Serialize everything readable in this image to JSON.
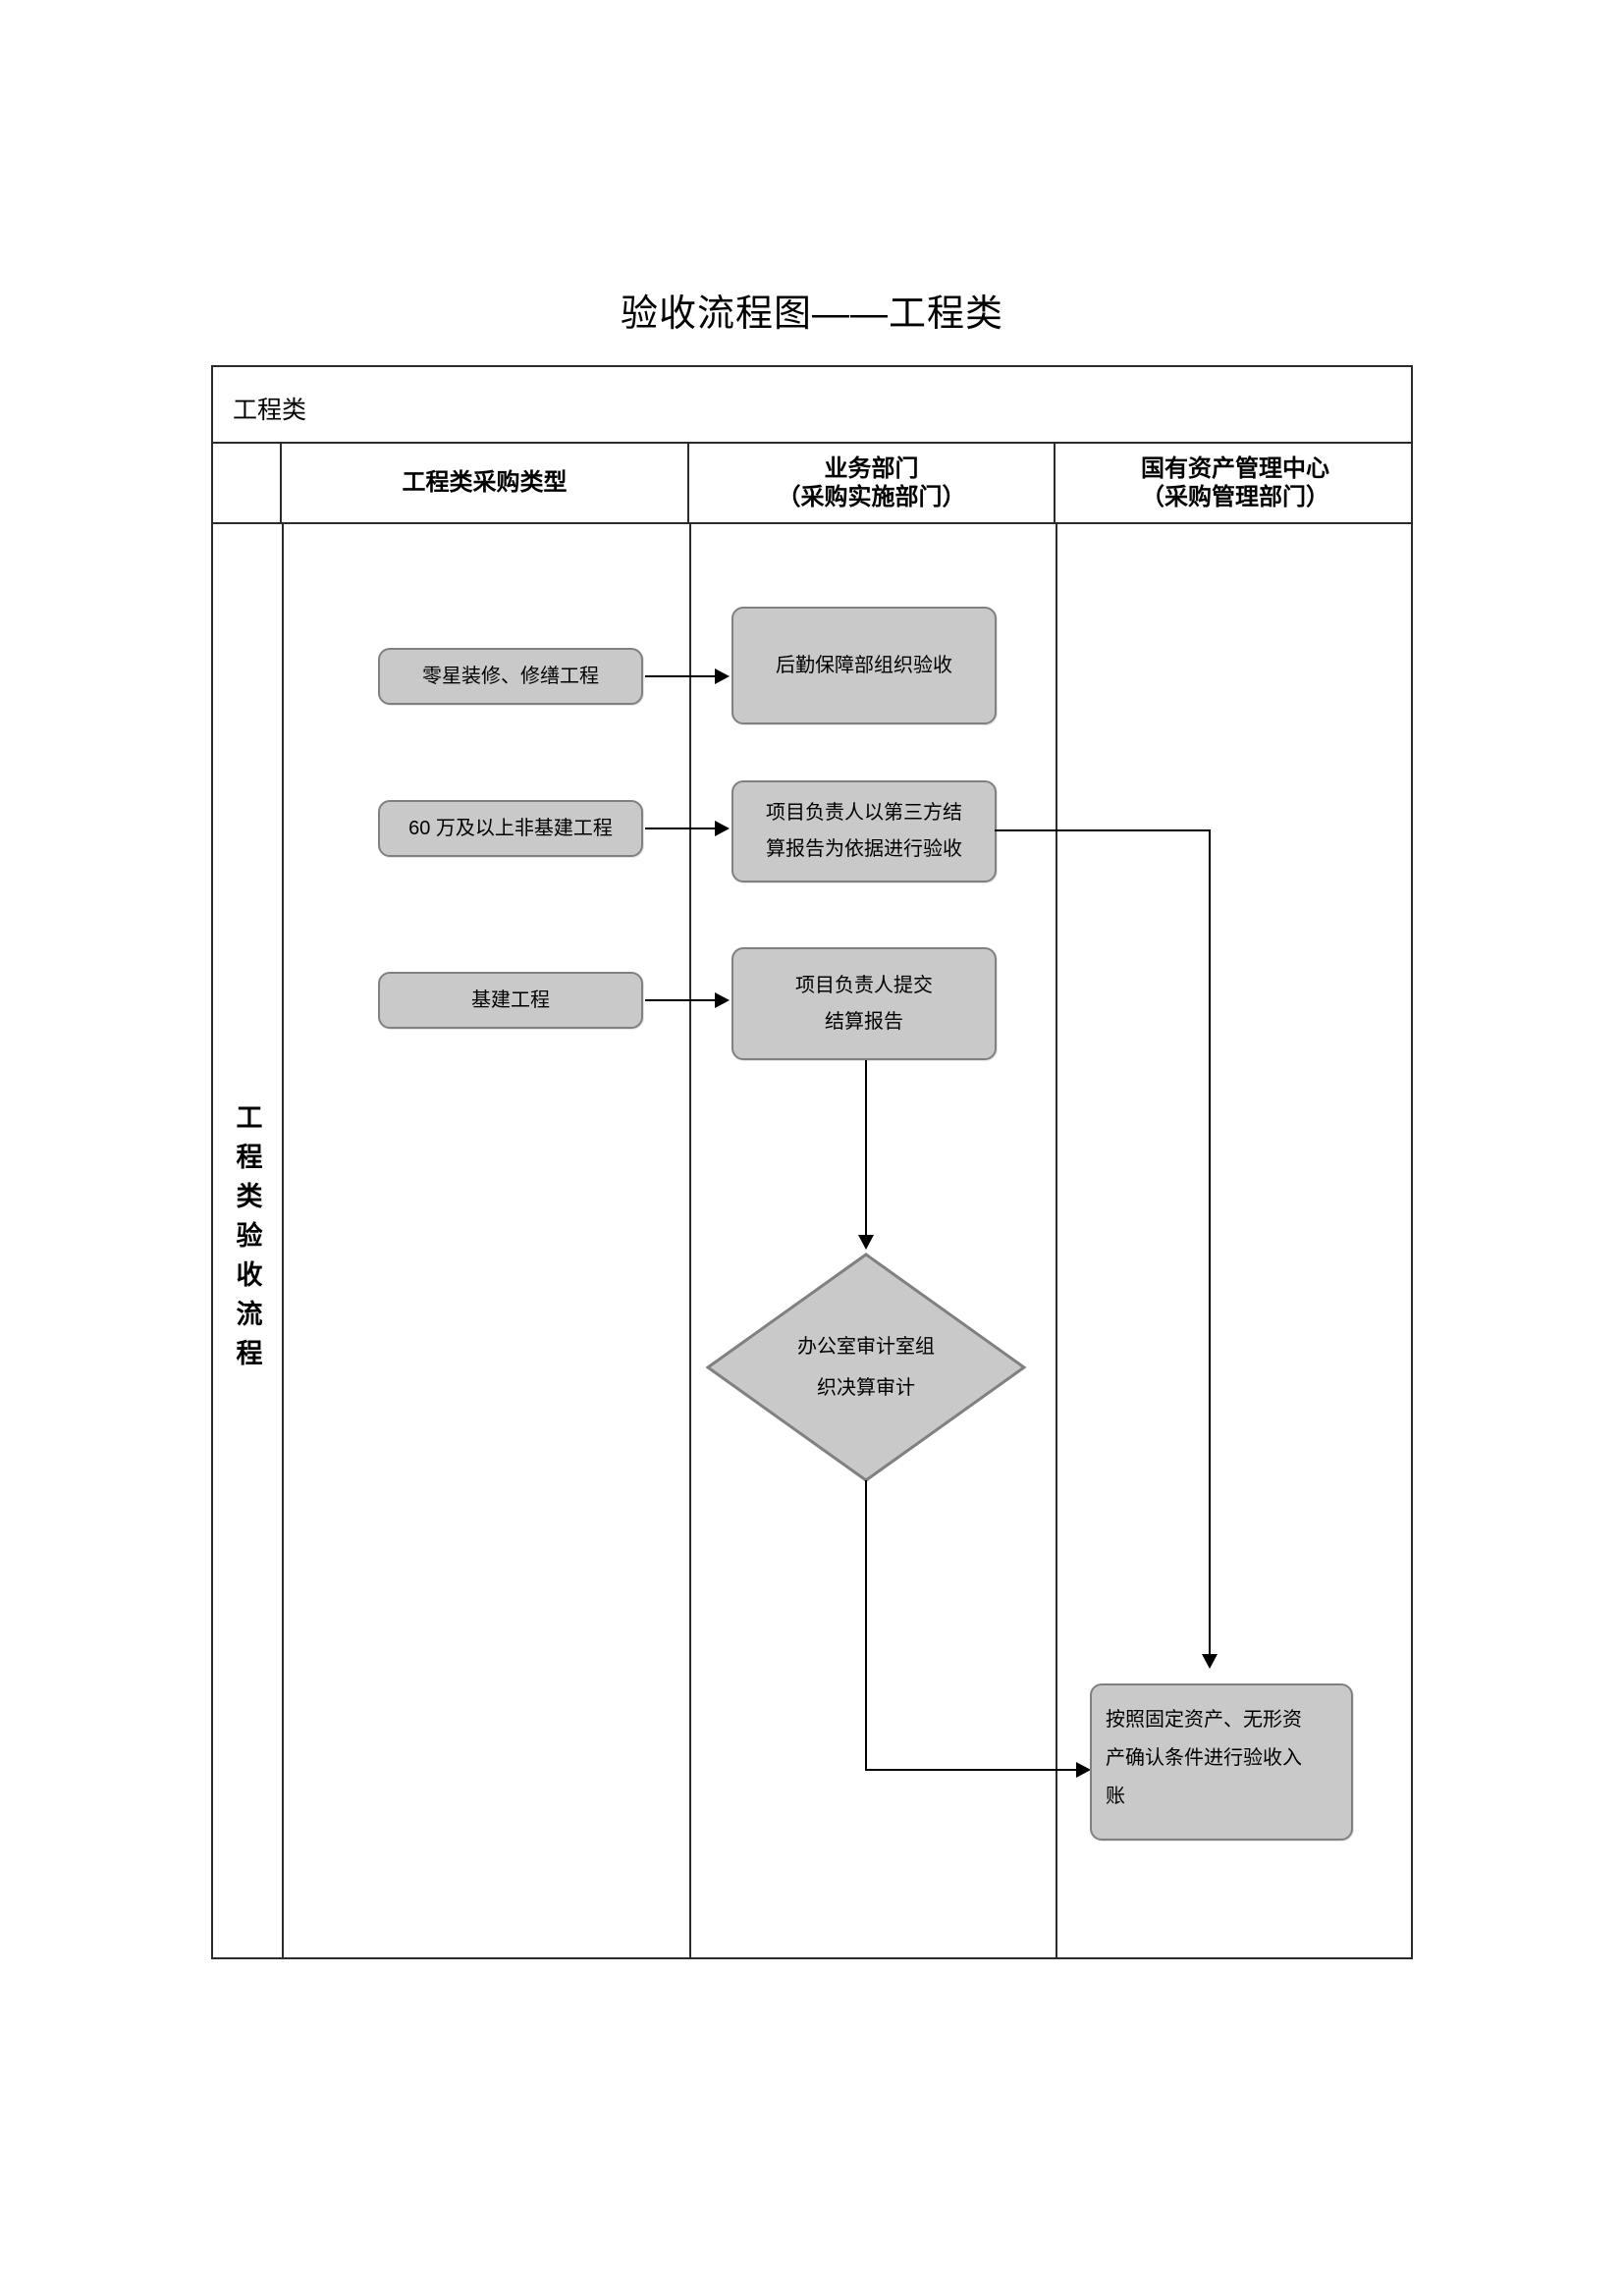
{
  "document": {
    "title": "验收流程图——工程类"
  },
  "table": {
    "banner_label": "工程类",
    "lane_label": "工程类验收流程",
    "headers": [
      {
        "line1": "工程类采购类型",
        "line2": ""
      },
      {
        "line1": "业务部门",
        "line2": "（采购实施部门）"
      },
      {
        "line1": "国有资产管理中心",
        "line2": "（采购管理部门）"
      }
    ]
  },
  "flow": {
    "purchase_types": [
      {
        "label": "零星装修、修缮工程"
      },
      {
        "label": "60 万及以上非基建工程"
      },
      {
        "label": "基建工程"
      }
    ],
    "business_steps": [
      {
        "line1": "后勤保障部组织验收",
        "line2": ""
      },
      {
        "line1": "项目负责人以第三方结",
        "line2": "算报告为依据进行验收"
      },
      {
        "line1": "项目负责人提交",
        "line2": "结算报告"
      }
    ],
    "decision": {
      "line1": "办公室审计室组",
      "line2": "织决算审计"
    },
    "asset_step": {
      "line1": "按照固定资产、无形资",
      "line2": "产确认条件进行验收入",
      "line3": "账"
    }
  },
  "style": {
    "node_fill": "#c9c9c9",
    "node_border": "#808080",
    "table_border": "#2b2b2b",
    "connector": "#000000"
  }
}
